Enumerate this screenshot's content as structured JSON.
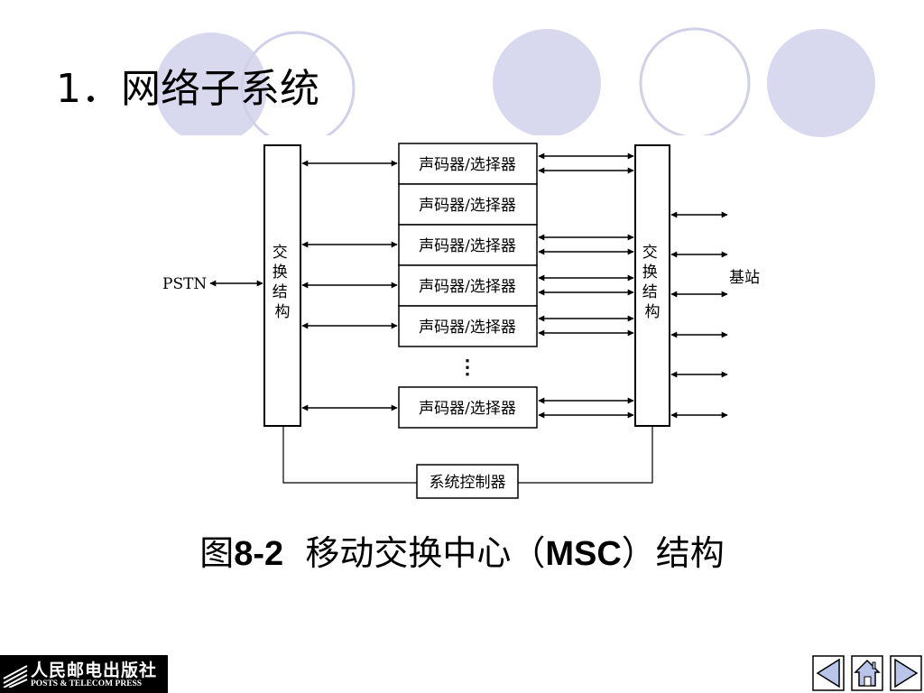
{
  "slide": {
    "title": "1．网络子系统",
    "caption_prefix": "图",
    "caption_number": "8-2",
    "caption_main": "移动交换中心（",
    "caption_abbr": "MSC",
    "caption_suffix": "）结构"
  },
  "diagram": {
    "pstn_label": "PSTN",
    "left_switch_label": [
      "交",
      "换",
      "结",
      "构"
    ],
    "right_switch_label": [
      "交",
      "换",
      "结",
      "构"
    ],
    "vocoder_label": "声码器/选择器",
    "vocoder_count_shown": 6,
    "ellipsis": "⋮",
    "controller_label": "系统控制器",
    "base_station_label": "基站"
  },
  "brand": {
    "name_cn": "人民邮电出版社",
    "name_en": "POSTS & TELECOM PRESS"
  },
  "nav": {
    "prev_icon": "triangle-left-icon",
    "home_icon": "house-icon",
    "next_icon": "triangle-right-icon"
  },
  "colors": {
    "deco_fill": "#d8d8ee",
    "deco_stroke": "#c8c8e4",
    "nav_fill": "#b8c4e8"
  }
}
